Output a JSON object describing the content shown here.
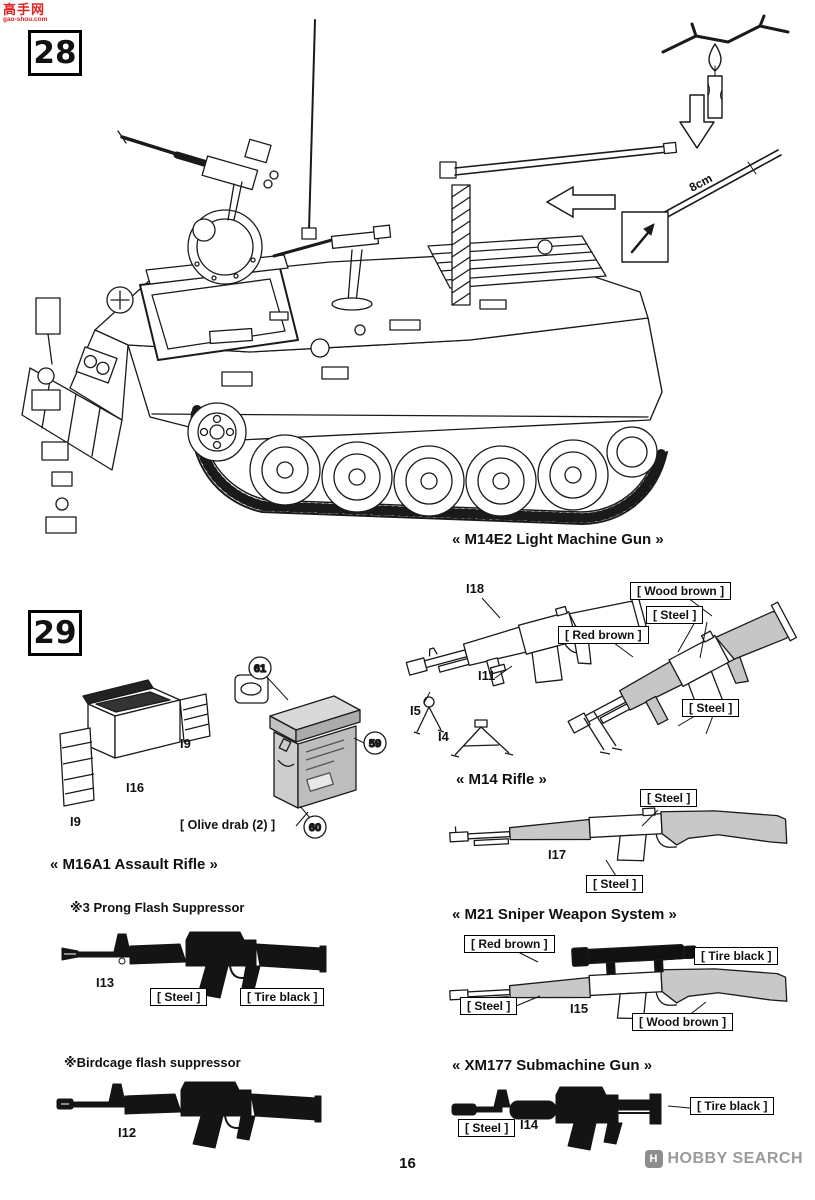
{
  "watermark": {
    "title": "高手网",
    "url": "gao-shou.com"
  },
  "steps": {
    "s28": "28",
    "s29": "29"
  },
  "sprue": {
    "length_label": "8cm"
  },
  "ammo": {
    "callout_61": "61",
    "callout_59": "59",
    "callout_60": "60",
    "part_i9_right": "I9",
    "part_i16": "I16",
    "part_i9_left": "I9",
    "paint_olive": "[ Olive drab (2) ]"
  },
  "m14e2": {
    "title": "« M14E2 Light Machine Gun »",
    "part_i18": "I18",
    "part_i11": "I11",
    "part_i5": "I5",
    "part_i4": "I4",
    "paint_wood_brown": "[ Wood brown ]",
    "paint_steel_upper": "[ Steel ]",
    "paint_red_brown": "[ Red brown ]",
    "paint_steel_lower": "[ Steel ]"
  },
  "m14": {
    "title": "« M14 Rifle »",
    "part_i17": "I17",
    "paint_steel_upper": "[ Steel ]",
    "paint_steel_lower": "[ Steel ]"
  },
  "m16a1": {
    "title": "« M16A1 Assault Rifle »",
    "note_three_prong": "※3 Prong Flash Suppressor",
    "part_i13": "I13",
    "paint_steel": "[ Steel ]",
    "paint_tire_black": "[ Tire black ]",
    "note_birdcage": "※Birdcage flash suppressor",
    "part_i12": "I12"
  },
  "m21": {
    "title": "« M21 Sniper Weapon System »",
    "paint_red_brown": "[ Red brown ]",
    "paint_tire_black": "[ Tire black ]",
    "paint_steel": "[ Steel ]",
    "part_i15": "I15",
    "paint_wood_brown": "[ Wood brown ]"
  },
  "xm177": {
    "title": "« XM177 Submachine Gun »",
    "paint_steel": "[ Steel ]",
    "part_i14": "I14",
    "paint_tire_black": "[ Tire black ]"
  },
  "footer": {
    "page_number": "16",
    "brand": "HOBBY SEARCH"
  }
}
